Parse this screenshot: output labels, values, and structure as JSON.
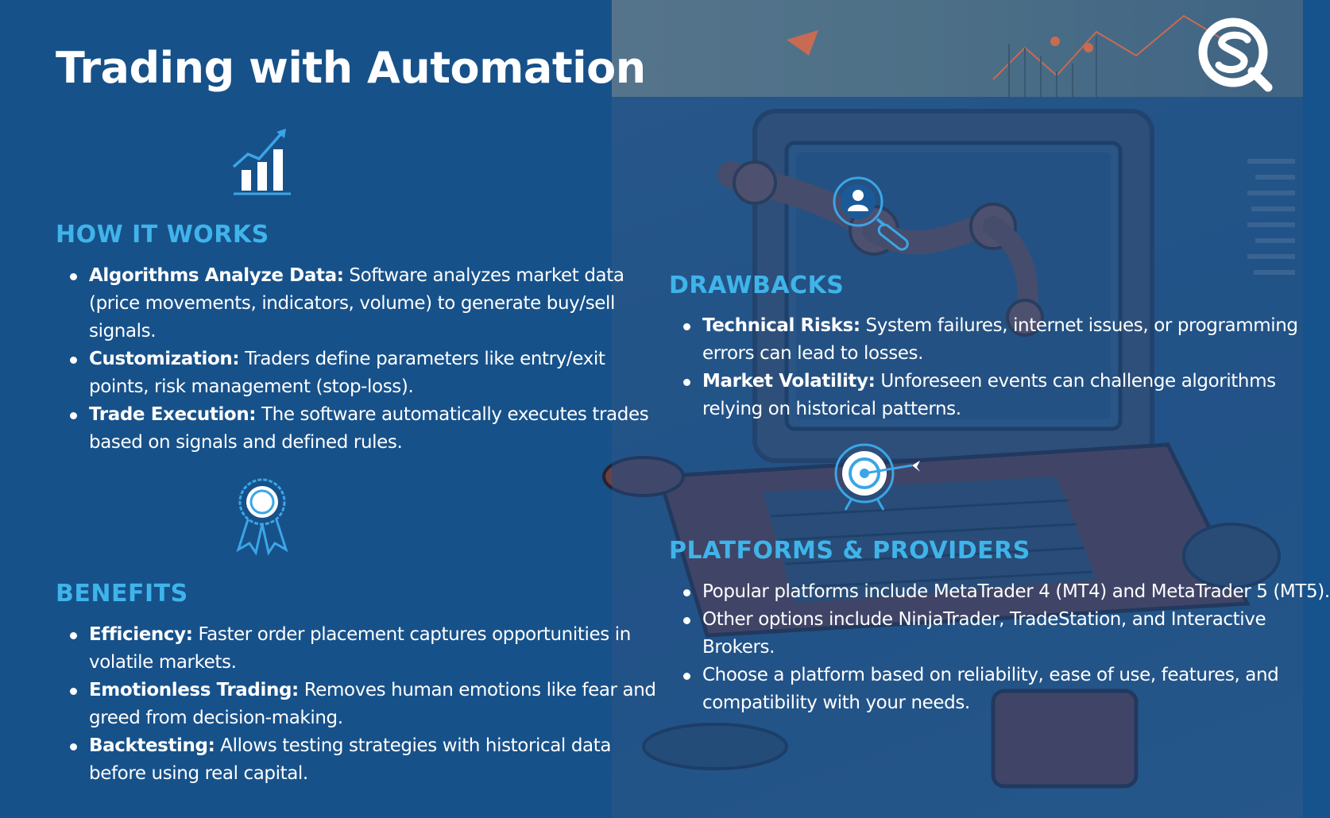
{
  "title": "Trading with Automation",
  "sections": {
    "how_it_works": {
      "heading": "HOW IT WORKS",
      "items": [
        {
          "term": "Algorithms Analyze Data:",
          "text": " Software analyzes market data (price movements, indicators, volume) to generate buy/sell signals."
        },
        {
          "term": "Customization:",
          "text": " Traders define parameters like entry/exit points, risk management (stop-loss)."
        },
        {
          "term": "Trade Execution:",
          "text": " The software automatically executes trades based on signals and defined rules."
        }
      ]
    },
    "benefits": {
      "heading": "BENEFITS",
      "items": [
        {
          "term": "Efficiency:",
          "text": " Faster order placement captures opportunities in volatile markets."
        },
        {
          "term": "Emotionless Trading:",
          "text": " Removes human emotions like fear and greed from decision-making."
        },
        {
          "term": "Backtesting:",
          "text": " Allows testing strategies with historical data before using real capital."
        }
      ]
    },
    "drawbacks": {
      "heading": "DRAWBACKS",
      "items": [
        {
          "term": "Technical Risks:",
          "text": " System failures, internet issues, or programming errors can lead to losses."
        },
        {
          "term": "Market Volatility:",
          "text": " Unforeseen events can challenge algorithms relying on historical patterns."
        }
      ]
    },
    "platforms": {
      "heading": "PLATFORMS & PROVIDERS",
      "items": [
        {
          "text": "Popular platforms include MetaTrader 4 (MT4) and MetaTrader 5 (MT5)."
        },
        {
          "text": "Other options include NinjaTrader, TradeStation, and Interactive Brokers."
        },
        {
          "text": "Choose a platform based on reliability, ease of use, features, and compatibility with your needs."
        }
      ]
    }
  },
  "icons": {
    "how_it_works": "bar-chart-growth-icon",
    "benefits": "award-ribbon-icon",
    "drawbacks": "user-search-icon",
    "platforms": "target-arrow-icon",
    "logo": "brand-logo-icon"
  },
  "colors": {
    "left_background": "#17518a",
    "heading_accent": "#3fb4ea",
    "text": "#ffffff",
    "icon": "#3aa6e6"
  }
}
